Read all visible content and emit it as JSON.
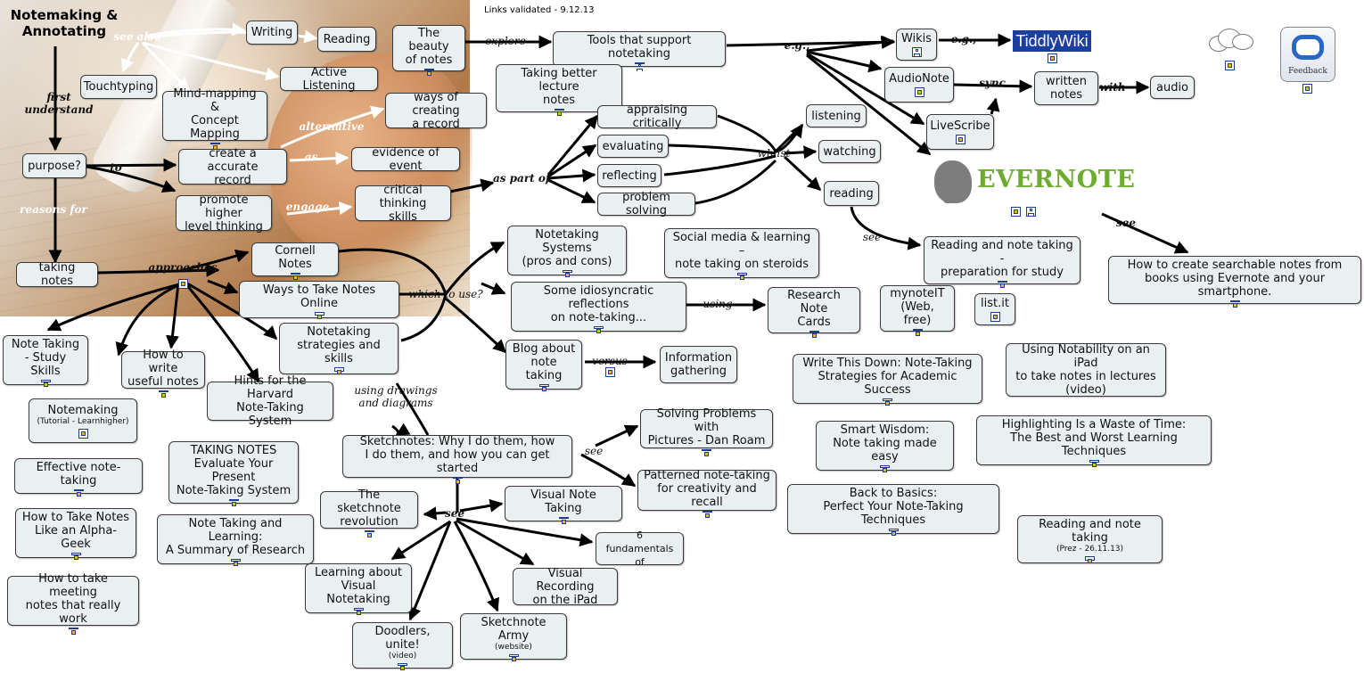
{
  "header": {
    "title": "Notemaking &\nAnnotating",
    "links_validated": "Links validated - 9.12.13"
  },
  "logos": {
    "tiddlywiki": "TiddlyWiki",
    "evernote": "EVERNOTE",
    "feedback": "Feedback"
  },
  "colors": {
    "node_fill": "#eaf0f1",
    "node_border": "#3a3a3a",
    "tiddly_bg": "#1c3f9e",
    "evernote_green": "#6dac2f",
    "resource_icon": "#1c3f87"
  },
  "nodes": {
    "writing": "Writing",
    "reading_top": "Reading",
    "beauty": "The beauty\nof notes",
    "touchtyping": "Touchtyping",
    "active_listening": "Active Listening",
    "mindmapping": "Mind-mapping &\nConcept Mapping",
    "ways_record": "ways of creating\na record",
    "purpose": "purpose?",
    "accurate_record": "create a accurate\nrecord",
    "evidence": "evidence of event",
    "higher_thinking": "promote higher\nlevel thinking",
    "critical_skills": "critical thinking\nskills",
    "taking_notes": "taking notes",
    "cornell": "Cornell Notes",
    "online": "Ways to Take Notes Online",
    "strategies": "Notetaking\nstrategies and skills",
    "study_skills": "Note Taking\n- Study Skills",
    "useful_notes": "How to write\nuseful notes",
    "harvard": "Hints for the Harvard\nNote-Taking System",
    "notemaking_tut": "Notemaking",
    "notemaking_tut_sub": "(Tutorial - Learnhigher)",
    "effective": "Effective note-taking",
    "evaluate": "TAKING NOTES\nEvaluate Your Present\nNote-Taking System",
    "alpha_geek": "How to Take Notes\nLike an Alpha-Geek",
    "summary_research": "Note Taking and Learning:\nA Summary of Research",
    "meeting": "How to take meeting\nnotes that really work",
    "tools": "Tools that support notetaking",
    "lecture": "Taking better lecture\nnotes",
    "appraising": "appraising critically",
    "evaluating": "evaluating",
    "reflecting": "reflecting",
    "problem_solving": "problem solving",
    "listening": "listening",
    "watching": "watching",
    "reading": "reading",
    "wikis": "Wikis",
    "audionote": "AudioNote",
    "written_notes": "written\nnotes",
    "audio": "audio",
    "livescribe": "LiveScribe",
    "systems": "Notetaking Systems\n(pros and cons)",
    "social_media": "Social media & learning –\nnote taking on steroids",
    "prep_study": "Reading and note taking -\npreparation for study",
    "searchable": "How to create searchable notes from\nbooks using Evernote and your smartphone.",
    "idiosyncratic": "Some idiosyncratic reflections\non note-taking...",
    "research_cards": "Research Note\nCards",
    "mynoteit": "mynoteIT\n(Web, free)",
    "listit": "list.it",
    "blog": "Blog about\nnote taking",
    "info_gathering": "Information\ngathering",
    "write_this_down": "Write This Down: Note-Taking\nStrategies for Academic Success",
    "notability": "Using Notability on an iPad\nto take notes in lectures\n(video)",
    "smart_wisdom": "Smart Wisdom:\nNote taking made easy",
    "highlighting": "Highlighting Is a Waste of Time:\nThe Best and Worst Learning Techniques",
    "back_basics": "Back to Basics:\nPerfect Your Note-Taking Techniques",
    "reading_prez": "Reading and note taking",
    "reading_prez_sub": "(Prez - 26.11.13)",
    "solving_pictures": "Solving Problems with\nPictures - Dan Roam",
    "patterned": "Patterned note-taking\nfor creativity and recall",
    "sketchnotes_why": "Sketchnotes: Why I do them, how\nI do them, and how you can get started",
    "sketchnote_rev": "The sketchnote\nrevolution",
    "visual_note": "Visual Note Taking",
    "six_fund": "6 fundamentals of",
    "learning_visual": "Learning about\nVisual Notetaking",
    "visual_recording": "Visual Recording\non the iPad",
    "doodlers": "Doodlers, unite!",
    "doodlers_sub": "(video)",
    "sketchnote_army": "Sketchnote Army",
    "sketchnote_army_sub": "(website)"
  },
  "link_labels": {
    "see_also": "see also",
    "first_understand": "first\nunderstand",
    "to": "to",
    "alternative": "alternative",
    "as": "as",
    "engage": "engage",
    "reasons_for": "reasons for",
    "approaches": "approaches",
    "explore": "explore",
    "eg1": "e.g.,",
    "eg2": "e.g.,",
    "sync": "sync",
    "with": "with",
    "as_part_of": "as part of",
    "whilst": "whilst",
    "see_reading": "see",
    "see_evernote": "see",
    "which_to_use": "which to use?",
    "using": "using",
    "versus": "versus",
    "using_drawings": "using drawings\nand diagrams",
    "see_sketch": "see",
    "see_hub": "see"
  }
}
